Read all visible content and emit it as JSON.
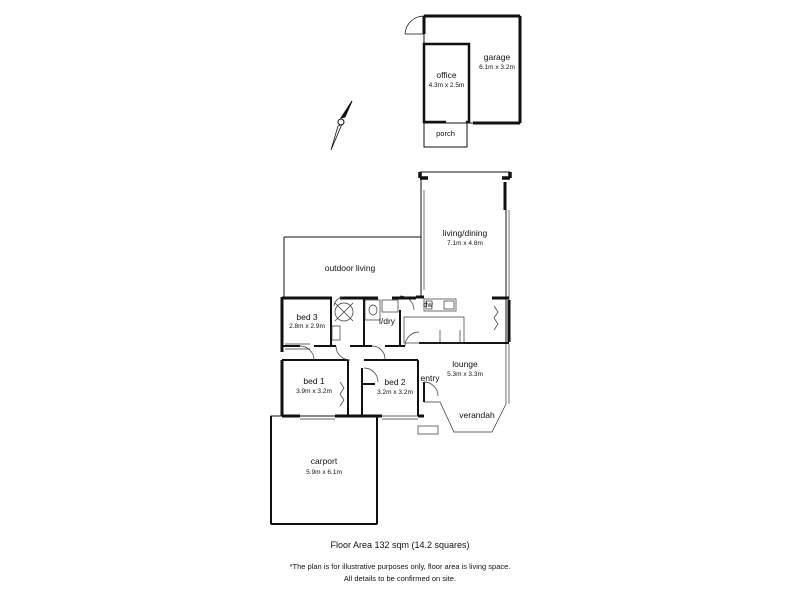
{
  "rooms": {
    "garage": {
      "name": "garage",
      "dims": "6.1m x 3.2m"
    },
    "office": {
      "name": "office",
      "dims": "4.3m x 2.5m"
    },
    "porch": {
      "name": "porch"
    },
    "living_dining": {
      "name": "living/dining",
      "dims": "7.1m x 4.8m"
    },
    "outdoor_living": {
      "name": "outdoor living"
    },
    "bed3": {
      "name": "bed 3",
      "dims": "2.8m x 2.9m"
    },
    "ldry": {
      "name": "l/dry"
    },
    "dw": {
      "name": "dw"
    },
    "lounge": {
      "name": "lounge",
      "dims": "5.3m x 3.3m"
    },
    "entry": {
      "name": "entry"
    },
    "bed1": {
      "name": "bed 1",
      "dims": "3.9m x 3.2m"
    },
    "bed2": {
      "name": "bed 2",
      "dims": "3.2m x 3.2m"
    },
    "verandah": {
      "name": "verandah"
    },
    "carport": {
      "name": "carport",
      "dims": "5.9m x 6.1m"
    }
  },
  "footer": {
    "area": "Floor Area 132 sqm (14.2 squares)",
    "note1": "*The plan is for illustrative purposes only, floor area is living space.",
    "note2": "All details to be confirmed on site."
  },
  "icons": {
    "compass": "north-arrow-icon"
  },
  "colors": {
    "wall": "#111111",
    "thin_line": "#333333"
  }
}
